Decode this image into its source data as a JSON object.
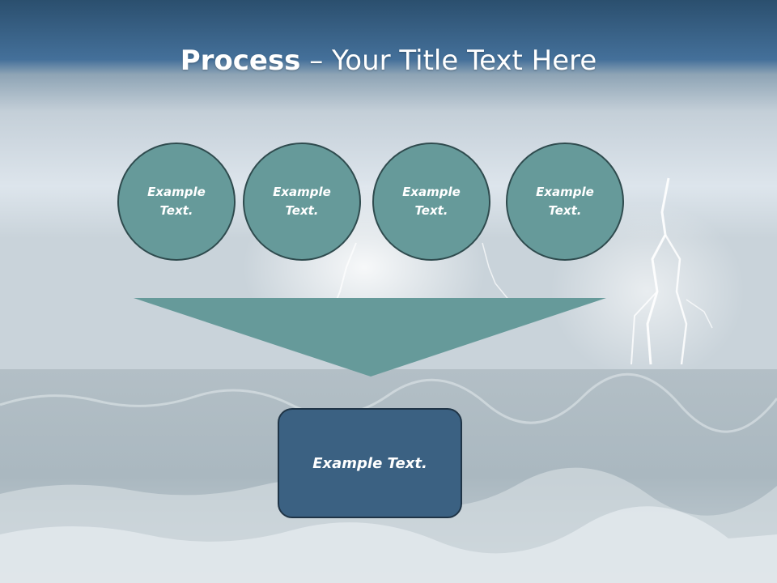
{
  "slide": {
    "title_bold": "Process",
    "title_rest": " – Your Title Text Here",
    "circles": [
      {
        "line1": "Example",
        "line2": "Text."
      },
      {
        "line1": "Example",
        "line2": "Text."
      },
      {
        "line1": "Example",
        "line2": "Text."
      },
      {
        "line1": "Example",
        "line2": "Text."
      }
    ],
    "result_text": "Example Text."
  },
  "colors": {
    "header_top": "#2c5470",
    "header_bottom": "#47739a",
    "circle_fill": "#669a9a",
    "circle_border": "#2f4b4e",
    "funnel_fill": "#669a9a",
    "result_fill": "#3b6182",
    "result_border": "#1f3446"
  }
}
